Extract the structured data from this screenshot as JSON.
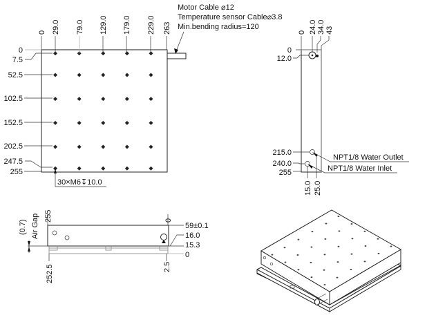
{
  "top_view": {
    "x_dims": [
      "0",
      "29.0",
      "79.0",
      "129.0",
      "179.0",
      "229.0",
      "263"
    ],
    "y_dims": [
      "0",
      "7.5",
      "52.5",
      "102.5",
      "152.5",
      "202.5",
      "247.5",
      "255"
    ],
    "hole_callout": "30×M6↧10.0",
    "hole_columns_mm": [
      29,
      79,
      129,
      179,
      229
    ],
    "hole_rows_mm": [
      7.5,
      52.5,
      102.5,
      152.5,
      202.5,
      247.5
    ],
    "cable_note": [
      "Motor Cable ⌀12",
      "Temperature sensor Cable⌀3.8",
      "Min.bending radius=120"
    ]
  },
  "side_view": {
    "x_dims": [
      "0",
      "24.0",
      "34.0",
      "43"
    ],
    "y_dims": [
      "0",
      "12.0",
      "215.0",
      "240.0",
      "255"
    ],
    "bottom_dims": [
      "15.0",
      "25.0"
    ],
    "outlet_label": "NPT1/8 Water Outlet",
    "inlet_label": "NPT1/8 Water Inlet"
  },
  "front_view": {
    "top_dims": [
      "255",
      "0"
    ],
    "air_gap": "(0.7)",
    "air_gap_label": "Air Gap",
    "right_dims": [
      "59±0.1",
      "16.0",
      "15.3",
      "0"
    ],
    "bottom_dims": [
      "252.5",
      "2.5"
    ]
  }
}
